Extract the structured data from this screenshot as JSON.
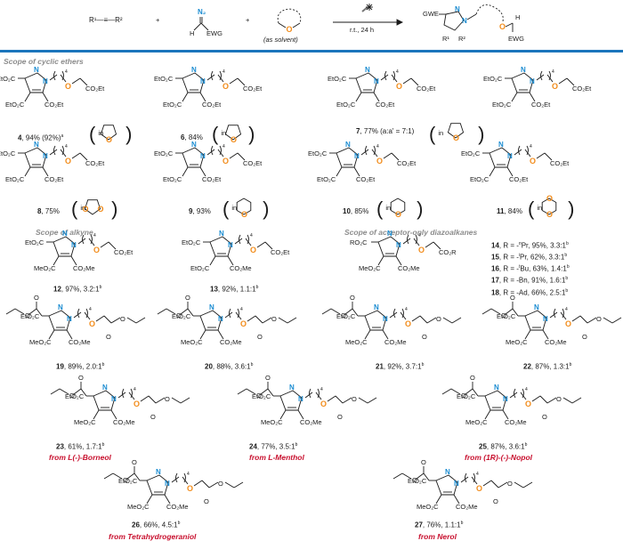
{
  "scheme": {
    "reactant_alkyne": "R¹—≡—R²",
    "plus": "+",
    "diazo_top": "N₂",
    "diazo_h": "H",
    "diazo_ewg": "EWG",
    "ether_o": "O",
    "ether_note": "(as solvent)",
    "light_icon": "blue-light-icon",
    "conditions": "r.t., 24 h",
    "product_gwe": "GWE",
    "product_r1": "R¹",
    "product_r2": "R²",
    "product_h": "H",
    "product_ewg": "EWG",
    "product_n": "N",
    "product_o": "O"
  },
  "colors": {
    "separator": "#1b75bc",
    "nitrogen": "#1b8cd1",
    "oxygen": "#f28c1b",
    "section_title": "#8c8c8c",
    "natural_source": "#c8102e"
  },
  "sections": {
    "cyclic_ethers": "Scope of cyclic ethers",
    "alkyne": "Scope of alkyne",
    "acceptor_only": "Scope of acceptor-only diazoalkanes"
  },
  "text": {
    "EtO2C": "EtO₂C",
    "CO2Et": "CO₂Et",
    "MeO2C": "MeO₂C",
    "CO2Me": "CO₂Me",
    "RO2C": "RO₂C",
    "CO2R": "CO₂R",
    "N": "N",
    "O": "O",
    "S": "S",
    "H": "H",
    "in": "in",
    "n4": "4",
    "n5": "5",
    "a": "a",
    "a_prime": "a'"
  },
  "compounds": [
    {
      "id": "4",
      "rest": ", 94% (92%)",
      "sup": "a",
      "solvent": "THF"
    },
    {
      "id": "6",
      "rest": ", 84%",
      "sup": "",
      "solvent": "2,3-dihydrofuran"
    },
    {
      "id": "7",
      "rest": ", 77% (a:a' = 7:1)",
      "sup": "",
      "solvent": "2-methyltetrahydrofuran"
    },
    {
      "id": "8",
      "rest": ", 75%",
      "sup": "",
      "solvent": "1,3-dioxolane"
    },
    {
      "id": "9",
      "rest": ", 93%",
      "sup": "",
      "solvent": "tetrahydropyran"
    },
    {
      "id": "10",
      "rest": ", 85%",
      "sup": "",
      "solvent": "3,4-dihydro-2H-pyran"
    },
    {
      "id": "11",
      "rest": ", 84%",
      "sup": "",
      "solvent": "1,4-dioxane"
    },
    {
      "id": "12",
      "rest": ", 97%, 3.2:1",
      "sup": "b"
    },
    {
      "id": "13",
      "rest": ", 92%, 1.1:1",
      "sup": "b"
    },
    {
      "id": "19",
      "rest": ", 89%, 2.0:1",
      "sup": "b"
    },
    {
      "id": "20",
      "rest": ", 88%, 3.6:1",
      "sup": "b"
    },
    {
      "id": "21",
      "rest": ", 92%, 3.7:1",
      "sup": "b"
    },
    {
      "id": "22",
      "rest": ", 87%, 1.3:1",
      "sup": "b"
    },
    {
      "id": "23",
      "rest": ", 61%, 1.7:1",
      "sup": "b",
      "source": "from L(-)-Borneol"
    },
    {
      "id": "24",
      "rest": ", 77%, 3.5:1",
      "sup": "b",
      "source": "from L-Menthol"
    },
    {
      "id": "25",
      "rest": ", 87%, 3.6:1",
      "sup": "b",
      "source": "from (1R)-(-)-Nopol"
    },
    {
      "id": "26",
      "rest": ", 66%, 4.5:1",
      "sup": "b",
      "source": "from Tetrahydrogeraniol"
    },
    {
      "id": "27",
      "rest": ", 76%, 1.1:1",
      "sup": "b",
      "source": "from Nerol"
    }
  ],
  "acceptor_list": [
    {
      "id": "14",
      "pre": ", R = -",
      "rsup": "n",
      "r": "Pr",
      "rest": ", 95%, 3.3:1",
      "sup": "b"
    },
    {
      "id": "15",
      "pre": ", R = -",
      "rsup": "i",
      "r": "Pr",
      "rest": ", 62%, 3.3:1",
      "sup": "b"
    },
    {
      "id": "16",
      "pre": ", R = -",
      "rsup": "t",
      "r": "Bu",
      "rest": ", 63%, 1.4:1",
      "sup": "b"
    },
    {
      "id": "17",
      "pre": ", R = -",
      "rsup": "",
      "r": "Bn",
      "rest": ", 91%, 1.6:1",
      "sup": "b"
    },
    {
      "id": "18",
      "pre": ", R = -",
      "rsup": "",
      "r": "Ad",
      "rest": ", 66%, 2.5:1",
      "sup": "b"
    }
  ]
}
